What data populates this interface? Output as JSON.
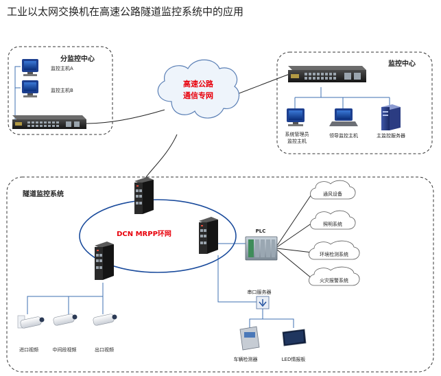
{
  "title": "工业以太网交换机在高速公路隧道监控系统中的应用",
  "sub_center": {
    "label": "分监控中心",
    "host_a": "监控主机A",
    "host_b": "监控主机B"
  },
  "network": {
    "label_line1": "高速公路",
    "label_line2": "通信专网"
  },
  "monitor_center": {
    "label": "监控中心",
    "admin_line1": "系统管理员",
    "admin_line2": "监控主机",
    "duty_host": "领导监控主机",
    "main_server": "主监控服务器"
  },
  "tunnel": {
    "label": "隧道监控系统",
    "ring_label": "DCN MRPP环网",
    "plc": "PLC",
    "subsystems": [
      "通风设备",
      "照明系统",
      "环境检测系统",
      "火灾报警系统"
    ],
    "serial_server": "串口服务器",
    "vehicle_detector": "车辆检测器",
    "led_board": "LED情报板",
    "cameras": [
      "进口视频",
      "中间段视频",
      "出口视频"
    ]
  },
  "colors": {
    "red_text": "#e8000b",
    "ring": "#1a4b9c",
    "wire": "#3d6fb2",
    "cloud_fill": "#eef4fb",
    "cloud_stroke": "#5a7fb5"
  }
}
